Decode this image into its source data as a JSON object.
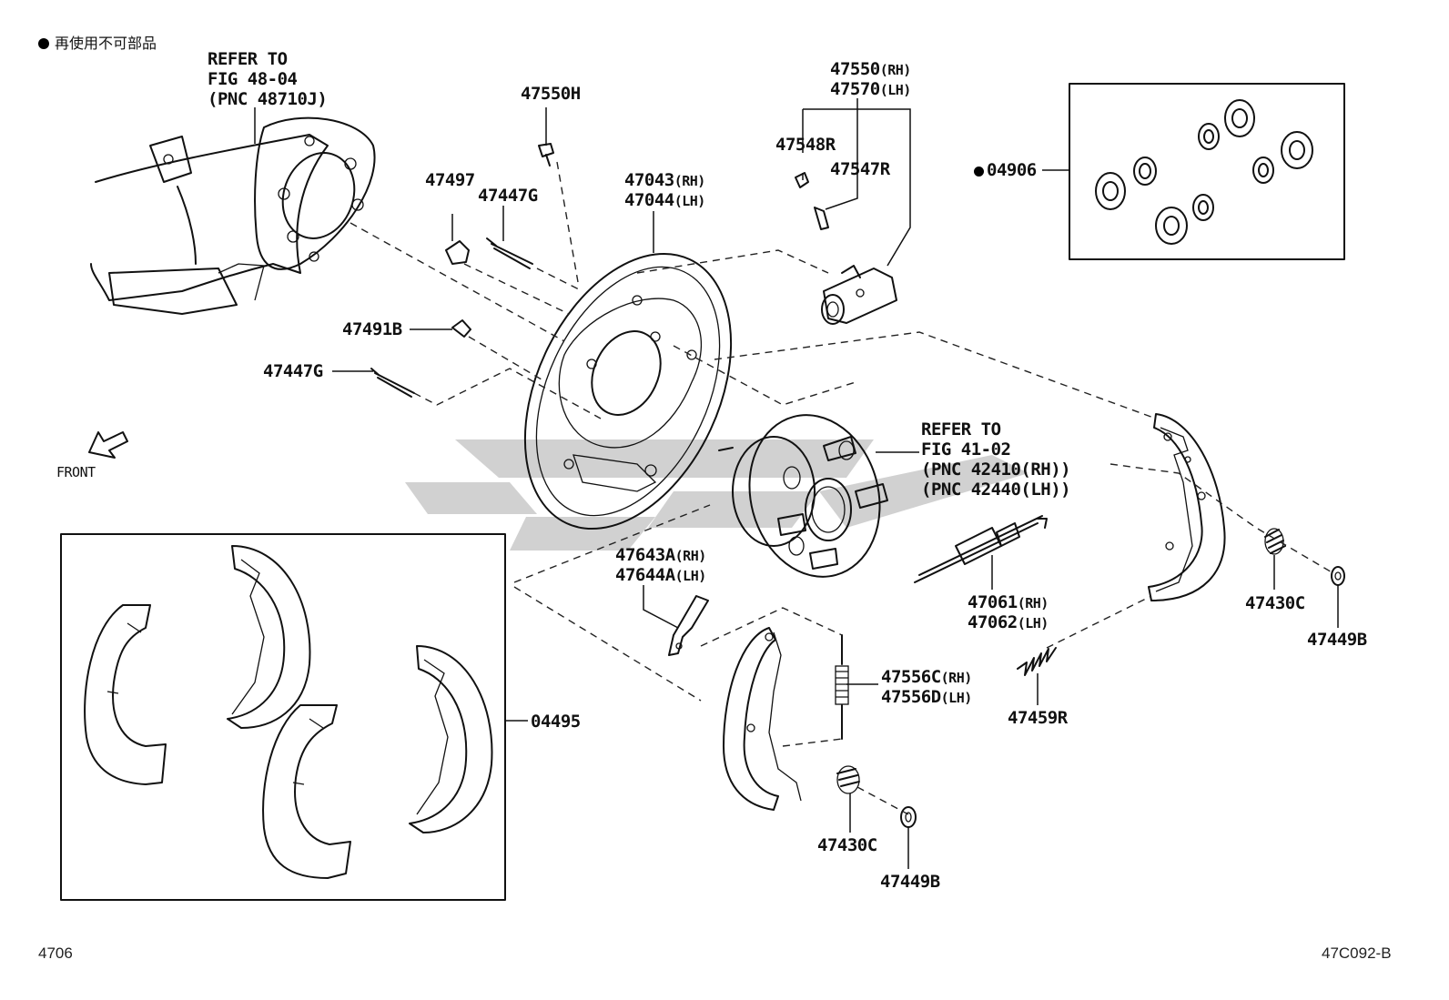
{
  "legend_note": {
    "symbol": "dot",
    "text": "再使用不可部品"
  },
  "front_label": "FRONT",
  "footer_left": "4706",
  "footer_right": "47C092-B",
  "refer_axle": [
    "REFER TO",
    "FIG 48-04",
    "(PNC 48710J)"
  ],
  "refer_hub": [
    "REFER TO",
    "FIG 41-02",
    "(PNC 42410(RH))",
    "(PNC 42440(LH))"
  ],
  "parts": {
    "p47550H": "47550H",
    "p47497": "47497",
    "p47447G_top": "47447G",
    "p47043": "47043",
    "p47044": "47044",
    "p47550": "47550",
    "p47570": "47570",
    "p47548R": "47548R",
    "p47547R": "47547R",
    "p04906": "04906",
    "p47491B": "47491B",
    "p47447G_left": "47447G",
    "p47643A": "47643A",
    "p47644A": "47644A",
    "p47061": "47061",
    "p47062": "47062",
    "p47430C_right": "47430C",
    "p47449B_right": "47449B",
    "p47459R": "47459R",
    "p47556C": "47556C",
    "p47556D": "47556D",
    "p04495": "04495",
    "p47430C_bottom": "47430C",
    "p47449B_bottom": "47449B"
  },
  "suffix_rh": "(RH)",
  "suffix_lh": "(LH)"
}
